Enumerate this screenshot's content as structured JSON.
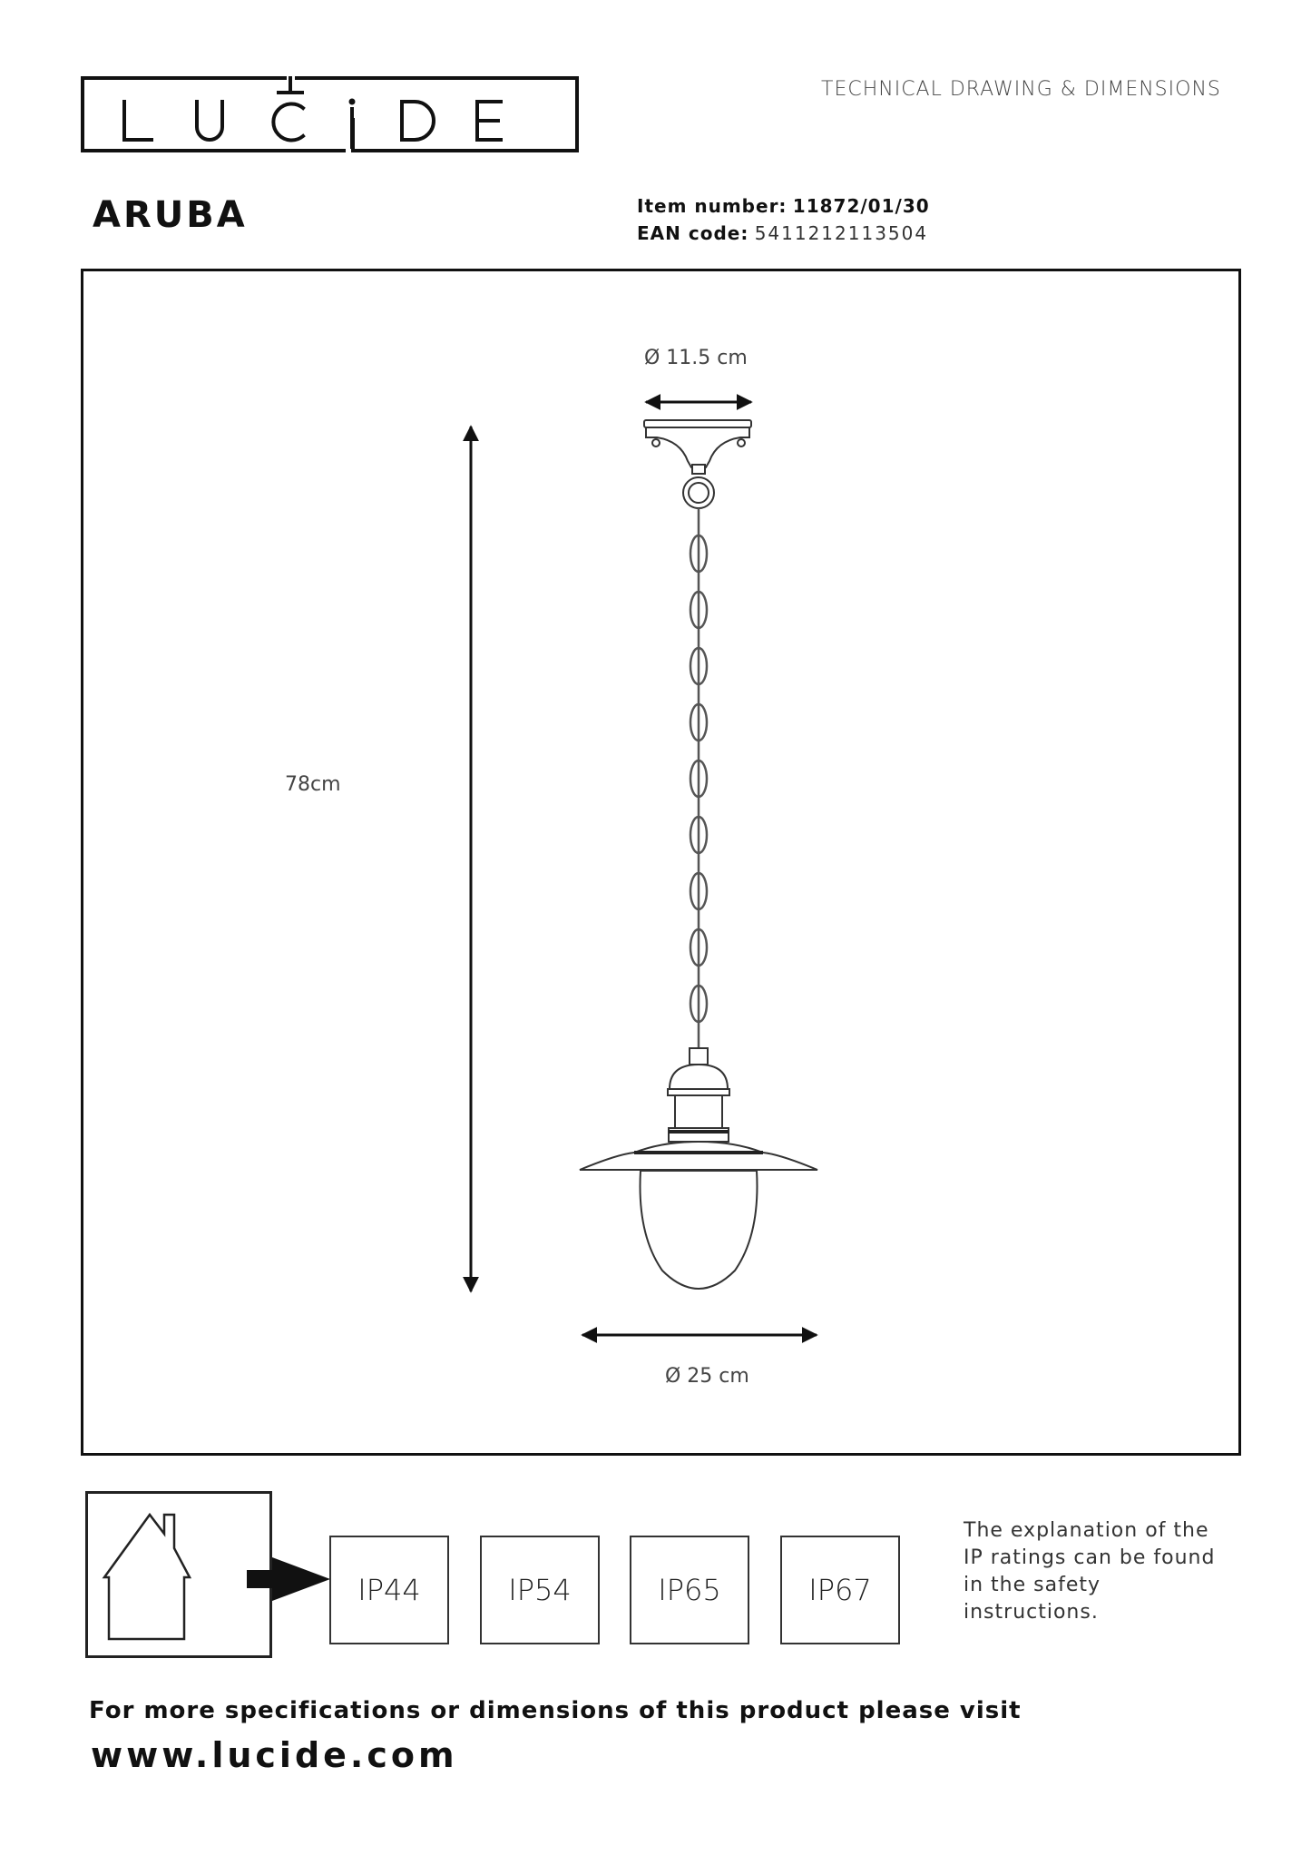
{
  "header": {
    "brand": "LUCIDE",
    "document_type": "TECHNICAL DRAWING & DIMENSIONS"
  },
  "product": {
    "name": "ARUBA",
    "item_number_label": "Item number:",
    "item_number": "11872/01/30",
    "ean_label": "EAN code",
    "ean_code": "5411212113504"
  },
  "drawing": {
    "canopy_diameter": "Ø 11.5 cm",
    "height": "78cm",
    "shade_diameter": "Ø 25 cm"
  },
  "ip_ratings": {
    "items": [
      {
        "label": "IP44"
      },
      {
        "label": "IP54"
      },
      {
        "label": "IP65"
      },
      {
        "label": "IP67"
      }
    ],
    "note": "The explanation of the IP ratings can be found in the safety instructions."
  },
  "footer": {
    "text": "For more specifications or dimensions of this product please visit",
    "url": "www.lucide.com"
  },
  "colors": {
    "ink": "#111111",
    "label_gray": "#444444"
  }
}
